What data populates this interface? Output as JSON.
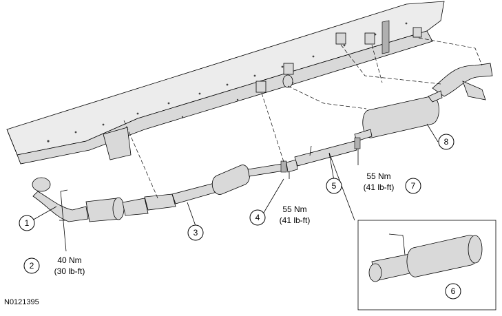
{
  "figure_id": "N0121395",
  "callouts": [
    {
      "num": "1"
    },
    {
      "num": "2",
      "torque_nm": "40 Nm",
      "torque_lbft": "(30 lb-ft)"
    },
    {
      "num": "3"
    },
    {
      "num": "4",
      "torque_nm": "55 Nm",
      "torque_lbft": "(41 lb-ft)"
    },
    {
      "num": "5"
    },
    {
      "num": "6"
    },
    {
      "num": "7",
      "torque_nm": "55 Nm",
      "torque_lbft": "(41 lb-ft)"
    },
    {
      "num": "8"
    }
  ]
}
